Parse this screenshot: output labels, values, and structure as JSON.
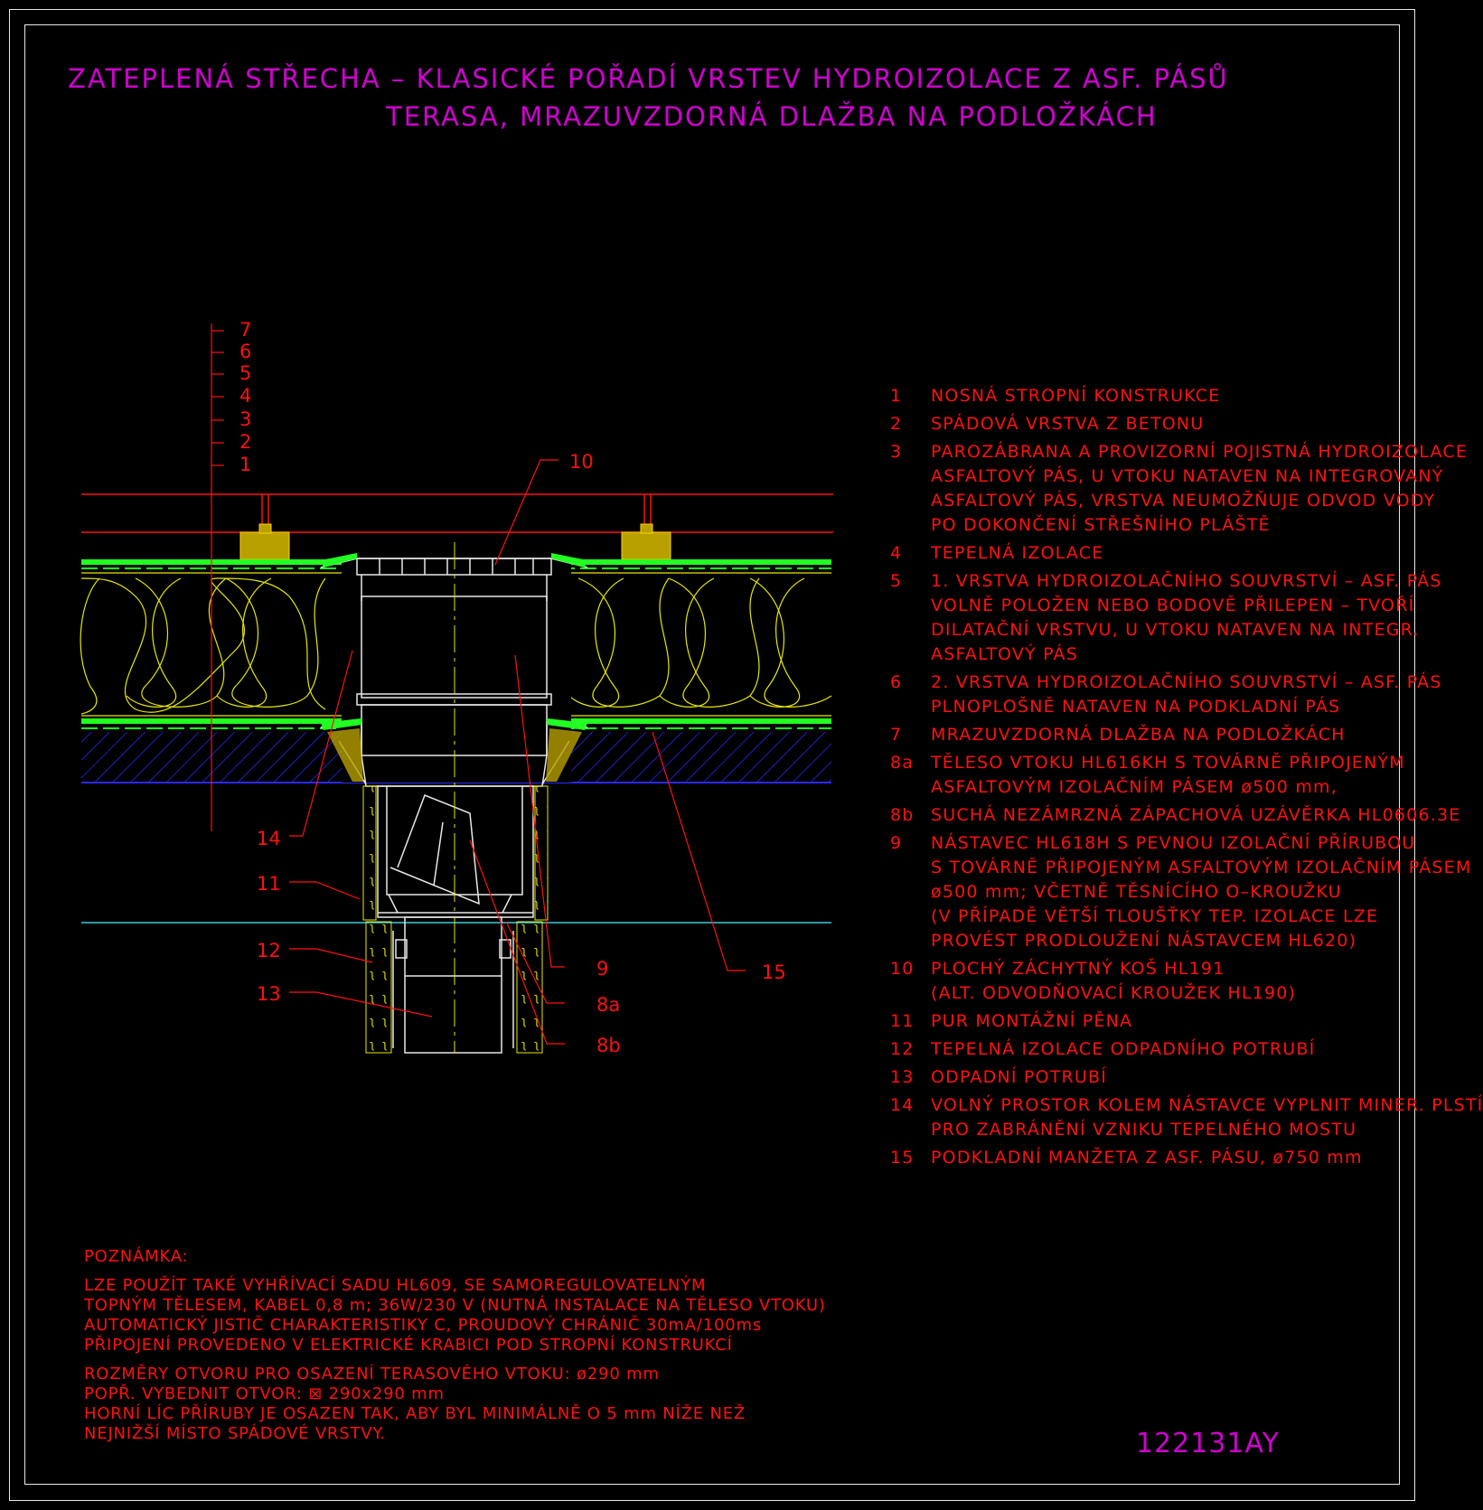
{
  "title": {
    "line1": "ZATEPLENÁ STŘECHA – KLASICKÉ POŘADÍ VRSTEV HYDROIZOLACE Z ASF. PÁSŮ",
    "line2": "TERASA, MRAZUVZDORNÁ DLAŽBA NA PODLOŽKÁCH"
  },
  "layer_scale": [
    "7",
    "6",
    "5",
    "4",
    "3",
    "2",
    "1"
  ],
  "callouts": [
    "10",
    "14",
    "11",
    "12",
    "13",
    "9",
    "8a",
    "8b",
    "15"
  ],
  "legend": [
    {
      "num": "1",
      "lines": [
        "NOSNÁ STROPNÍ KONSTRUKCE"
      ]
    },
    {
      "num": "2",
      "lines": [
        "SPÁDOVÁ VRSTVA Z BETONU"
      ]
    },
    {
      "num": "3",
      "lines": [
        "PAROZÁBRANA A PROVIZORNÍ POJISTNÁ HYDROIZOLACE",
        "ASFALTOVÝ PÁS, U VTOKU NATAVEN NA INTEGROVANÝ",
        "ASFALTOVÝ PÁS, VRSTVA NEUMOŽŇUJE ODVOD VODY",
        "PO DOKONČENÍ STŘEŠNÍHO PLÁŠTĚ"
      ]
    },
    {
      "num": "4",
      "lines": [
        "TEPELNÁ IZOLACE"
      ]
    },
    {
      "num": "5",
      "lines": [
        "1. VRSTVA HYDROIZOLAČNÍHO SOUVRSTVÍ – ASF. PÁS",
        "VOLNĚ POLOŽEN NEBO BODOVĚ PŘILEPEN – TVOŘÍ",
        "DILATAČNÍ VRSTVU, U VTOKU NATAVEN NA INTEGR.",
        "ASFALTOVÝ PÁS"
      ]
    },
    {
      "num": "6",
      "lines": [
        "2. VRSTVA HYDROIZOLAČNÍHO SOUVRSTVÍ – ASF. PÁS",
        "PLNOPLOŠNĚ NATAVEN NA PODKLADNÍ PÁS"
      ]
    },
    {
      "num": "7",
      "lines": [
        "MRAZUVZDORNÁ DLAŽBA NA PODLOŽKÁCH"
      ]
    },
    {
      "num": "8a",
      "lines": [
        "TĚLESO VTOKU HL616KH S TOVÁRNĚ PŘIPOJENÝM",
        "ASFALTOVÝM IZOLAČNÍM PÁSEM ø500 mm,"
      ]
    },
    {
      "num": "8b",
      "lines": [
        "SUCHÁ NEZÁMRZNÁ ZÁPACHOVÁ UZÁVĚRKA HL0606.3E"
      ]
    },
    {
      "num": "9",
      "lines": [
        "NÁSTAVEC HL618H S PEVNOU IZOLAČNÍ PŘÍRUBOU",
        "S TOVÁRNĚ PŘIPOJENÝM ASFALTOVÝM IZOLAČNÍM PÁSEM",
        "ø500 mm; VČETNĚ TĚSNÍCÍHO O–KROUŽKU",
        "(V PŘÍPADĚ VĚTŠÍ TLOUŠŤKY TEP. IZOLACE LZE",
        "PROVÉST PRODLOUŽENÍ NÁSTAVCEM HL620)"
      ]
    },
    {
      "num": "10",
      "lines": [
        "PLOCHÝ ZÁCHYTNÝ KOŠ HL191",
        "(ALT. ODVODŇOVACÍ KROUŽEK HL190)"
      ]
    },
    {
      "num": "11",
      "lines": [
        "PUR MONTÁŽNÍ PĚNA"
      ]
    },
    {
      "num": "12",
      "lines": [
        "TEPELNÁ IZOLACE ODPADNÍHO POTRUBÍ"
      ]
    },
    {
      "num": "13",
      "lines": [
        "ODPADNÍ POTRUBÍ"
      ]
    },
    {
      "num": "14",
      "lines": [
        "VOLNÝ PROSTOR KOLEM NÁSTAVCE VYPLNIT MINER. PLSTÍ",
        "PRO ZABRÁNĚNÍ VZNIKU TEPELNÉHO MOSTU"
      ]
    },
    {
      "num": "15",
      "lines": [
        "PODKLADNÍ MANŽETA Z ASF. PÁSU, ø750 mm"
      ]
    }
  ],
  "note": {
    "heading": "POZNÁMKA:",
    "para1": [
      "LZE POUŽÍT TAKÉ VYHŘÍVACÍ SADU HL609, SE SAMOREGULOVATELNÝM",
      "TOPNÝM TĚLESEM, KABEL 0,8 m; 36W/230 V (NUTNÁ INSTALACE NA TĚLESO VTOKU)",
      "AUTOMATICKÝ JISTIČ CHARAKTERISTIKY C, PROUDOVÝ CHRÁNIČ 30mA/100ms",
      "PŘIPOJENÍ PROVEDENO V ELEKTRICKÉ KRABICI POD STROPNÍ KONSTRUKCÍ"
    ],
    "para2": [
      "ROZMĚRY OTVORU PRO OSAZENÍ TERASOVÉHO VTOKU: ø290 mm",
      "POPŘ. VYBEDNIT OTVOR: ⊠ 290x290 mm",
      "HORNÍ LÍC PŘÍRUBY JE OSAZEN TAK, ABY BYL MINIMÁLNĚ O 5 mm NÍŽE NEŽ",
      "NEJNIŽŠÍ MÍSTO SPÁDOVÉ VRSTVY."
    ]
  },
  "drawing_code": "122131AY",
  "colors": {
    "background": "#000000",
    "title": "#d000d0",
    "text": "#ff1010",
    "insulation": "#e8e800",
    "membrane": "#22ff22",
    "concrete_hatch": "#2a2aff",
    "slab_line": "#40c8e0",
    "drain_body": "#e8e8e8"
  }
}
